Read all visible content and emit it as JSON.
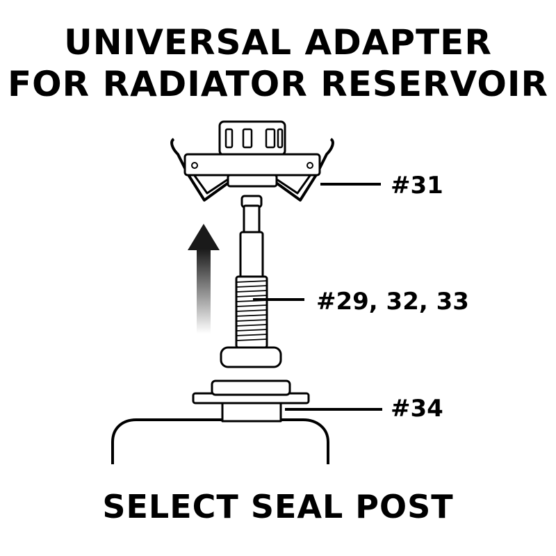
{
  "title": {
    "line1": "UNIVERSAL ADAPTER",
    "line2": "FOR RADIATOR RESERVOIR"
  },
  "callouts": {
    "adapter_cap": "#31",
    "seal_post": "#29, 32, 33",
    "reservoir_neck": "#34"
  },
  "footer": "SELECT SEAL POST",
  "colors": {
    "ink": "#000000",
    "background": "#ffffff",
    "arrow_gradient_top": "#1a1a1a",
    "arrow_gradient_bottom": "#ffffff"
  },
  "icons": {
    "arrow": "up-arrow-icon"
  }
}
